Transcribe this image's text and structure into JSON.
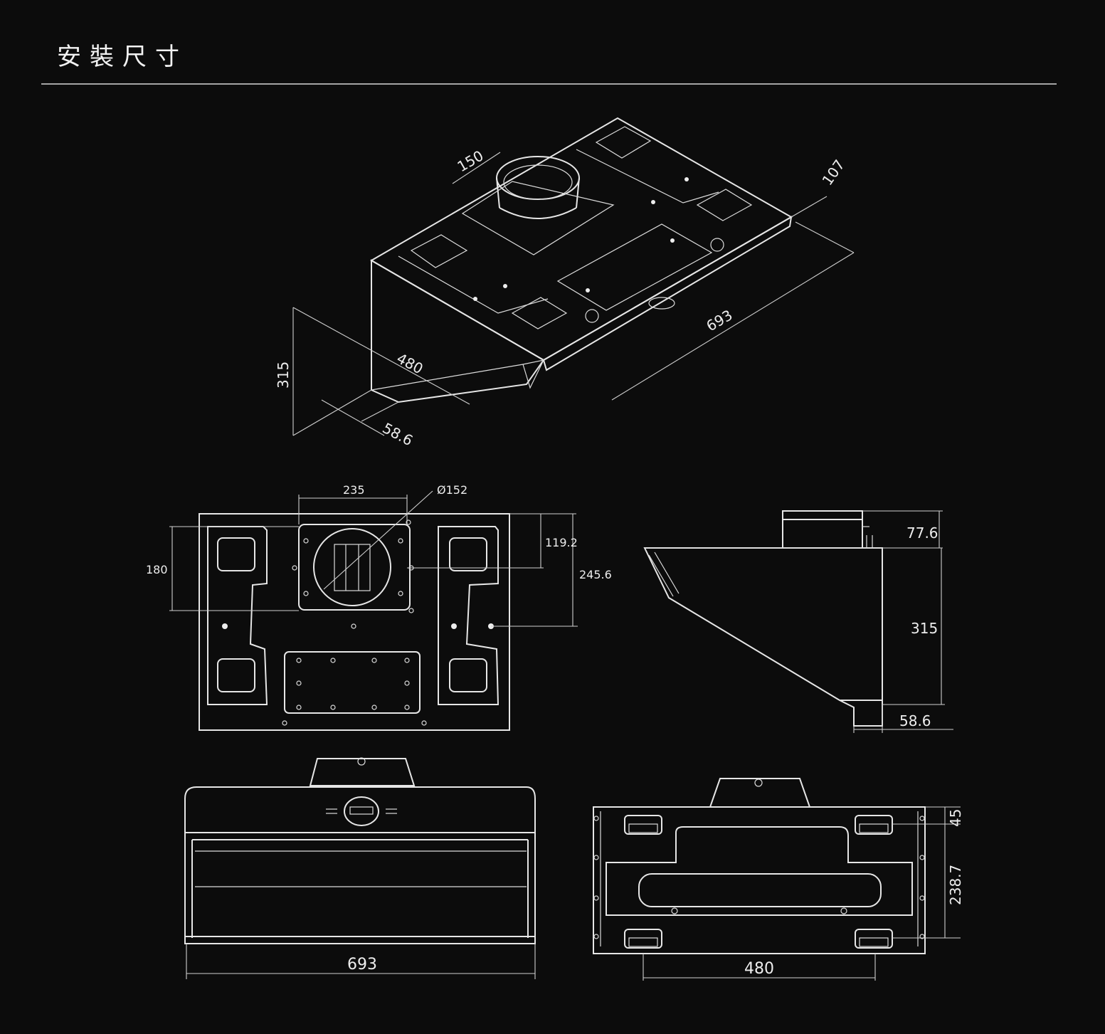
{
  "title": "安裝尺寸",
  "colors": {
    "background": "#0c0c0c",
    "line": "#e6e6e6"
  },
  "isometric_view": {
    "dimensions": [
      "150",
      "107",
      "693",
      "480",
      "315",
      "58.6"
    ]
  },
  "top_view": {
    "dimensions": [
      "235",
      "Ø152",
      "119.2",
      "180",
      "245.6"
    ]
  },
  "side_view": {
    "dimensions": [
      "77.6",
      "315",
      "58.6"
    ]
  },
  "front_view": {
    "dimensions": [
      "693"
    ]
  },
  "back_view": {
    "dimensions": [
      "45",
      "238.7",
      "480"
    ]
  }
}
